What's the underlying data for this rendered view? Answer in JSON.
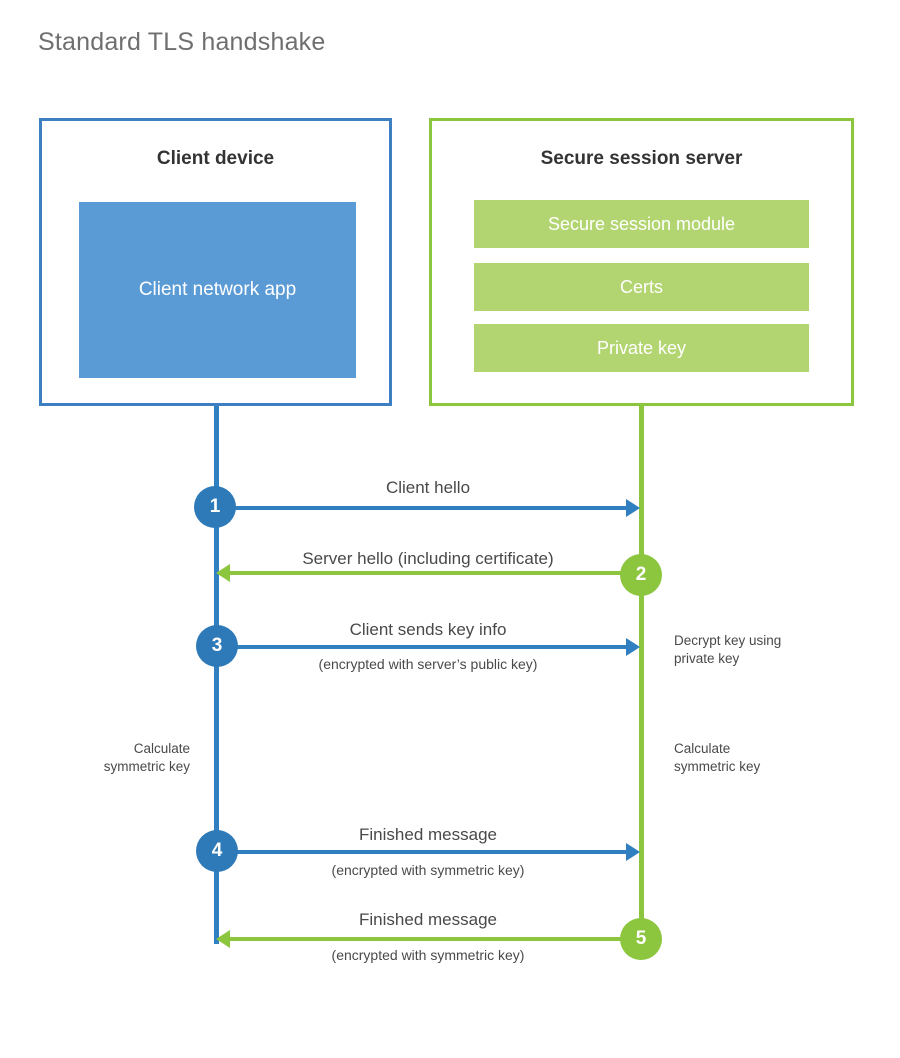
{
  "title": "Standard TLS handshake",
  "colors": {
    "client_border": "#3d7fc0",
    "client_fill": "#5b9bd5",
    "client_accent": "#2f7fc1",
    "server_border": "#8cc63e",
    "server_fill": "#b2d571",
    "server_accent": "#8cc63e",
    "text": "#494949",
    "title_text": "#6f6f6f",
    "background": "#ffffff"
  },
  "client": {
    "title": "Client device",
    "app_label": "Client network app"
  },
  "server": {
    "title": "Secure session server",
    "modules": [
      {
        "label": "Secure session module"
      },
      {
        "label": "Certs"
      },
      {
        "label": "Private key"
      }
    ]
  },
  "steps": [
    {
      "number": "1",
      "label": "Client hello",
      "sublabel": "",
      "direction": "client-to-server",
      "color": "blue"
    },
    {
      "number": "2",
      "label": "Server hello (including certificate)",
      "sublabel": "",
      "direction": "server-to-client",
      "color": "green"
    },
    {
      "number": "3",
      "label": "Client sends key info",
      "sublabel": "(encrypted with server’s public key)",
      "direction": "client-to-server",
      "color": "blue"
    },
    {
      "number": "4",
      "label": "Finished message",
      "sublabel": "(encrypted with symmetric key)",
      "direction": "client-to-server",
      "color": "blue"
    },
    {
      "number": "5",
      "label": "Finished message",
      "sublabel": "(encrypted with symmetric key)",
      "direction": "server-to-client",
      "color": "green"
    }
  ],
  "notes": {
    "server_decrypt_line1": "Decrypt key using",
    "server_decrypt_line2": "private key",
    "client_calc_line1": "Calculate",
    "client_calc_line2": "symmetric key",
    "server_calc_line1": "Calculate",
    "server_calc_line2": "symmetric key"
  }
}
